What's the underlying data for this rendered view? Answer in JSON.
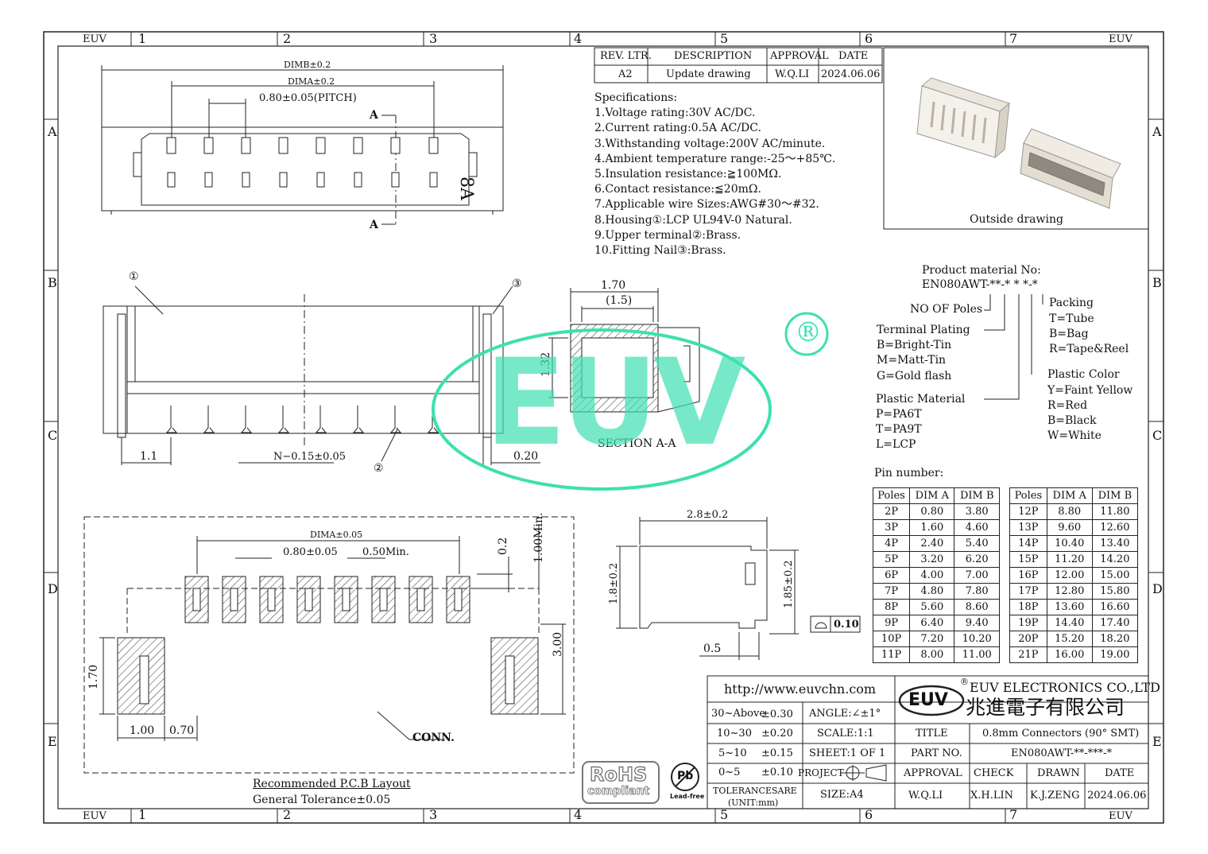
{
  "frame": {
    "border_left": "EUV",
    "border_right": "EUV",
    "columns": [
      "1",
      "2",
      "3",
      "4",
      "5",
      "6",
      "7"
    ],
    "rows": [
      "A",
      "B",
      "C",
      "D",
      "E"
    ]
  },
  "revision": {
    "headers": [
      "REV. LTR.",
      "DESCRIPTION",
      "APPROVAL",
      "DATE"
    ],
    "row": [
      "A2",
      "Update drawing",
      "W.Q.LI",
      "2024.06.06"
    ]
  },
  "specifications": {
    "title": "Specifications:",
    "items": [
      "1.Voltage rating:30V AC/DC.",
      "2.Current rating:0.5A AC/DC.",
      "3.Withstanding voltage:200V AC/minute.",
      "4.Ambient temperature range:-25～+85℃.",
      "5.Insulation resistance:≧100MΩ.",
      "6.Contact resistance:≦20mΩ.",
      "7.Applicable wire Sizes:AWG#30～#32.",
      "8.Housing①:LCP UL94V-0 Natural.",
      "9.Upper terminal②:Brass.",
      "10.Fitting Nail③:Brass."
    ]
  },
  "outside_drawing_label": "Outside drawing",
  "product": {
    "title": "Product material No:",
    "code": "EN080AWT-**-* * *-*",
    "poles_label": "NO OF Poles",
    "plating_label": "Terminal Plating",
    "plating": [
      "B=Bright-Tin",
      "M=Matt-Tin",
      "G=Gold flash"
    ],
    "material_label": "Plastic Material",
    "material": [
      "P=PA6T",
      "T=PA9T",
      "L=LCP"
    ],
    "packing_label": "Packing",
    "packing": [
      "T=Tube",
      "B=Bag",
      "R=Tape&Reel"
    ],
    "color_label": "Plastic Color",
    "color": [
      "Y=Faint Yellow",
      "R=Red",
      "B=Black",
      "W=White"
    ]
  },
  "pin_table": {
    "title": "Pin number:",
    "headers": [
      "Poles",
      "DIM A",
      "DIM B"
    ],
    "left": [
      [
        "2P",
        "0.80",
        "3.80"
      ],
      [
        "3P",
        "1.60",
        "4.60"
      ],
      [
        "4P",
        "2.40",
        "5.40"
      ],
      [
        "5P",
        "3.20",
        "6.20"
      ],
      [
        "6P",
        "4.00",
        "7.00"
      ],
      [
        "7P",
        "4.80",
        "7.80"
      ],
      [
        "8P",
        "5.60",
        "8.60"
      ],
      [
        "9P",
        "6.40",
        "9.40"
      ],
      [
        "10P",
        "7.20",
        "10.20"
      ],
      [
        "11P",
        "8.00",
        "11.00"
      ]
    ],
    "right": [
      [
        "12P",
        "8.80",
        "11.80"
      ],
      [
        "13P",
        "9.60",
        "12.60"
      ],
      [
        "14P",
        "10.40",
        "13.40"
      ],
      [
        "15P",
        "11.20",
        "14.20"
      ],
      [
        "16P",
        "12.00",
        "15.00"
      ],
      [
        "17P",
        "12.80",
        "15.80"
      ],
      [
        "18P",
        "13.60",
        "16.60"
      ],
      [
        "19P",
        "14.40",
        "17.40"
      ],
      [
        "20P",
        "15.20",
        "18.20"
      ],
      [
        "21P",
        "16.00",
        "19.00"
      ]
    ]
  },
  "top_view": {
    "dimb": "DIMB±0.2",
    "dima": "DIMA±0.2",
    "pitch": "0.80±0.05(PITCH)",
    "section_a_top": "A",
    "section_a_bottom": "A",
    "mark": "8A"
  },
  "front_view": {
    "dim_1_1": "1.1",
    "dim_n": "N−0.15±0.05",
    "dim_020": "0.20",
    "callout_1": "①",
    "callout_2": "②",
    "callout_3": "③"
  },
  "section": {
    "title": "SECTION A-A",
    "dim_170": "1.70",
    "dim_15": "(1.5)",
    "dim_132": "1.32"
  },
  "pcb": {
    "dima": "DIMA±0.05",
    "pitch": "0.80±0.05",
    "min050": "0.50Min.",
    "dim_02": "0.2",
    "dim_100": "1.00Min.",
    "dim_170": "1.70",
    "dim_300": "3.00",
    "dim_100b": "1.00",
    "dim_070": "0.70",
    "conn": "CONN.",
    "caption": "Recommended P.C.B Layout",
    "tolerance": "General Tolerance±0.05"
  },
  "side_view": {
    "dim_28": "2.8±0.2",
    "dim_18": "1.8±0.2",
    "dim_185": "1.85±0.2",
    "dim_05": "0.5",
    "flatness": "0.10"
  },
  "watermark": "EUV",
  "registered": "®",
  "title_block": {
    "url": "http://www.euvchn.com",
    "logo": "EUV",
    "company_en": "EUV ELECTRONICS CO.,LTD",
    "company_cn": "兆進電子有限公司",
    "tol": [
      [
        "30~Above",
        "±0.30"
      ],
      [
        "10~30",
        "±0.20"
      ],
      [
        "5~10",
        "±0.15"
      ],
      [
        "0~5",
        "±0.10"
      ]
    ],
    "tol_label": "TOLERANCESARE",
    "tol_unit": "(UNIT:mm)",
    "angle": "ANGLE:∠±1°",
    "scale": "SCALE:1:1",
    "sheet": "SHEET:1 OF 1",
    "project": "PROJECT",
    "size": "SIZE:A4",
    "title_label": "TITLE",
    "title_value": "0.8mm Connectors (90° SMT)",
    "part_label": "PART NO.",
    "part_value": "EN080AWT-**-***-*",
    "approval": "APPROVAL",
    "check": "CHECK",
    "drawn": "DRAWN",
    "date": "DATE",
    "approval_v": "W.Q.LI",
    "check_v": "X.H.LIN",
    "drawn_v": "K.J.ZENG",
    "date_v": "2024.06.06"
  },
  "rohs": {
    "top": "RoHS",
    "bottom": "compliant",
    "pb": "Pb",
    "leadfree": "Lead-free"
  }
}
